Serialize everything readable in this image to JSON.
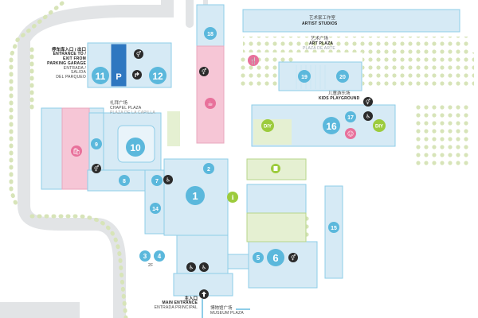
{
  "colors": {
    "building": "#d6eaf5",
    "building_stroke": "#8ecde8",
    "room_blue": "#5bb8dc",
    "pink": "#f6c6d6",
    "pink_icon": "#e8719b",
    "green": "#9ccb3c",
    "green_area": "#e5f0d2",
    "road": "#e2e4e6",
    "dots": "#d7e4b8",
    "icon_dark": "#2b2b2b",
    "parking": "#2e77c0"
  },
  "labels": {
    "artist_studios_zh": "艺术家工作室",
    "artist_studios_en": "ARTIST STUDIOS",
    "art_plaza_zh": "艺术广场",
    "art_plaza_en": "ART PLAZA",
    "art_plaza_es": "PLAZA DE ARTE",
    "kids_playground_zh": "儿童游乐场",
    "kids_playground_en": "KIDS PLAYGROUND",
    "chapel_plaza_zh": "礼拜广场",
    "chapel_plaza_en": "CHAPEL PLAZA",
    "chapel_plaza_es": "PLAZA DE LA CAPILLA",
    "garage_zh": "停车库入口 / 出口",
    "garage_en_1": "ENTRANCE TO /",
    "garage_en_2": "EXIT FROM",
    "garage_en_3": "PARKING GARAGE",
    "garage_es_1": "ENTRADA /",
    "garage_es_2": "SALIDA",
    "garage_es_3": "DEL PARQUEO",
    "main_entrance_zh": "主入口",
    "main_entrance_en": "MAIN ENTRANCE",
    "main_entrance_es": "ENTRADA PRINCIPAL",
    "museum_plaza_zh": "博物馆广场",
    "museum_plaza_en": "MUSEUM PLAZA",
    "floor_2f": "2F"
  },
  "numbers": {
    "n1": "1",
    "n2": "2",
    "n3": "3",
    "n4": "4",
    "n5": "5",
    "n6": "6",
    "n7": "7",
    "n8": "8",
    "n9": "9",
    "n10": "10",
    "n11": "11",
    "n12": "12",
    "n14": "14",
    "n15": "15",
    "n16": "16",
    "n17": "17",
    "n18": "18",
    "n19": "19",
    "n20": "20"
  },
  "badges": {
    "parking": "P",
    "diy": "DIY"
  }
}
